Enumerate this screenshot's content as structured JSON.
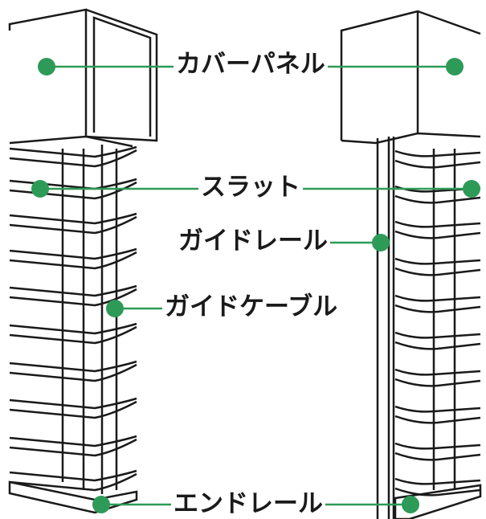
{
  "colors": {
    "accent": "#2e9a58",
    "line": "#1a1a1a",
    "background": "#ffffff"
  },
  "labels": {
    "cover_panel": "カバーパネル",
    "slat": "スラット",
    "guide_rail": "ガイドレール",
    "guide_cable": "ガイドケーブル",
    "end_rail": "エンドレール"
  }
}
